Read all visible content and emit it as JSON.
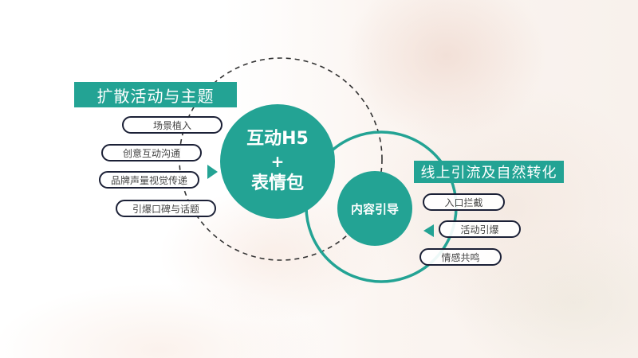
{
  "colors": {
    "teal": "#23a394",
    "pill_border": "#1b2036",
    "dash": "#333333",
    "pill_text": "#444444"
  },
  "left_section": {
    "title": "扩散活动与主题",
    "items": [
      {
        "label": "场景植入"
      },
      {
        "label": "创意互动沟通"
      },
      {
        "label": "品牌声量视觉传递"
      },
      {
        "label": "引爆口碑与话题"
      }
    ]
  },
  "center_circle": {
    "line1": "互动H5",
    "plus": "+",
    "line2": "表情包"
  },
  "inner_circle": {
    "label": "内容引导"
  },
  "right_section": {
    "title": "线上引流及自然转化",
    "items": [
      {
        "label": "入口拦截"
      },
      {
        "label": "活动引爆"
      },
      {
        "label": "情感共鸣"
      }
    ]
  },
  "icons": {
    "left_arrow": "triangle-right",
    "right_arrow": "triangle-left"
  }
}
